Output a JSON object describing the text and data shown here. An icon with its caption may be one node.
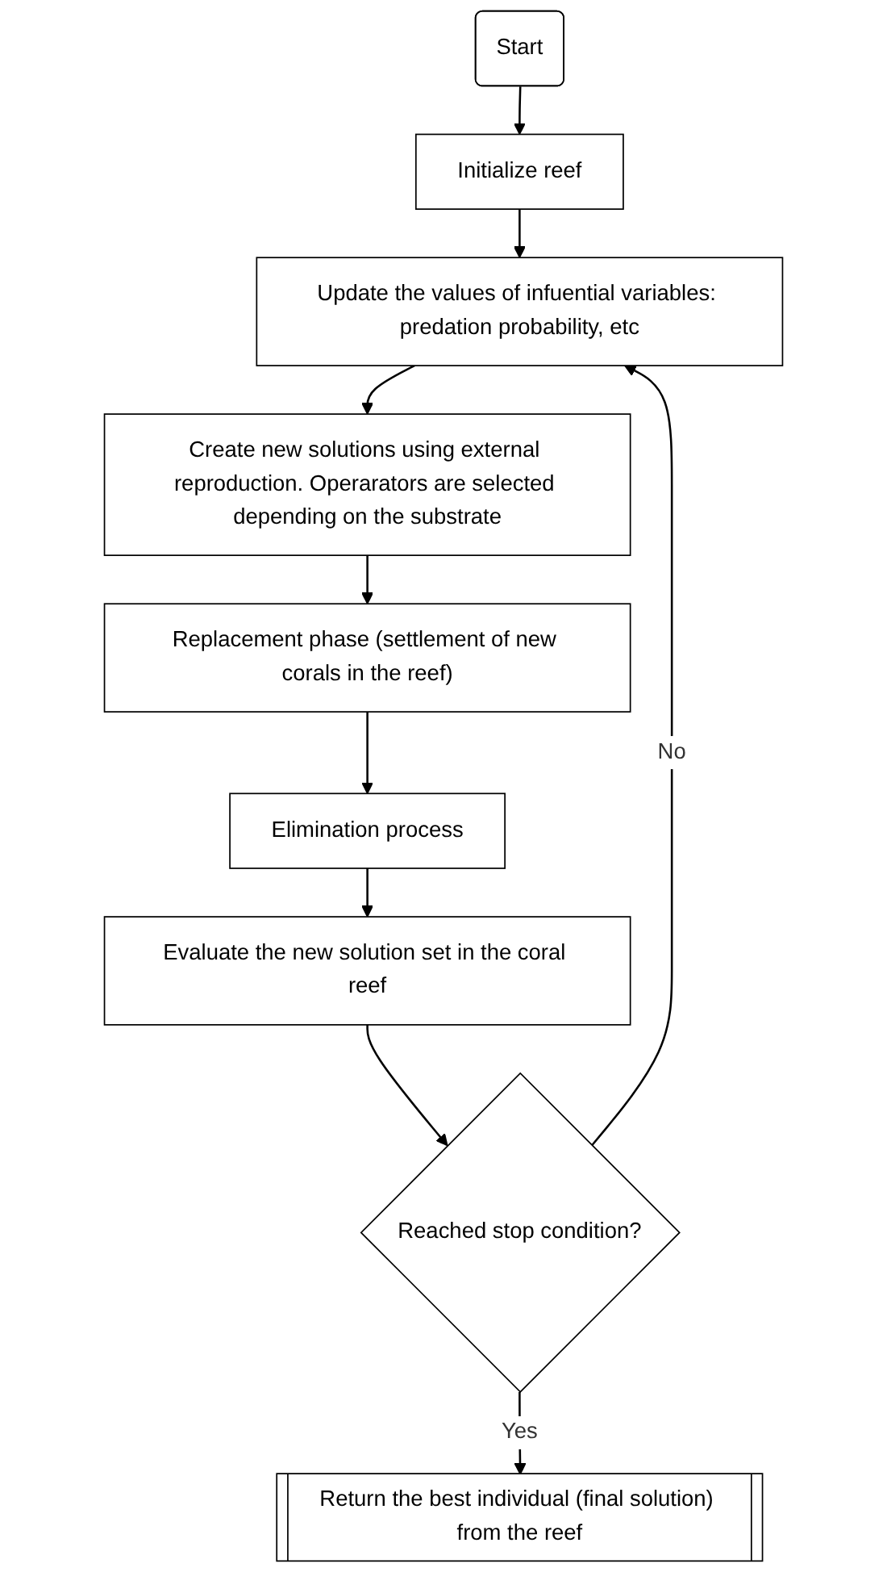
{
  "diagram": {
    "nodes": [
      {
        "text": [
          "Start"
        ]
      },
      {
        "text": [
          "Initialize reef"
        ]
      },
      {
        "text": [
          "Update the values of infuential variables: predation probability, etc"
        ]
      },
      {
        "text": [
          "Create new solutions using external reproduction. Operarators are selected depending on the substrate"
        ]
      },
      {
        "text": [
          "Replacement phase (settlement of new corals in the reef)"
        ]
      },
      {
        "text": [
          "Elimination process"
        ]
      },
      {
        "text": [
          "Evaluate the new solution set in the coral reef"
        ]
      },
      {
        "text": [
          "Reached stop condition?"
        ]
      },
      {
        "text": [
          "Return the best individual (final solution) from the reef"
        ]
      }
    ],
    "edges": [
      {
        "from": 0,
        "to": 1,
        "arrow": "to"
      },
      {
        "from": 1,
        "to": 2,
        "arrow": "to"
      },
      {
        "from": 2,
        "to": 3,
        "arrow": "to"
      },
      {
        "from": 3,
        "to": 4,
        "arrow": "to"
      },
      {
        "from": 4,
        "to": 5,
        "arrow": "to"
      },
      {
        "from": 5,
        "to": 6,
        "arrow": "to"
      },
      {
        "from": 6,
        "to": 7,
        "arrow": "to"
      },
      {
        "from": 7,
        "to": 2,
        "arrow": "to",
        "label": "No"
      },
      {
        "from": 7,
        "to": 8,
        "arrow": "to",
        "label": "Yes"
      }
    ]
  }
}
